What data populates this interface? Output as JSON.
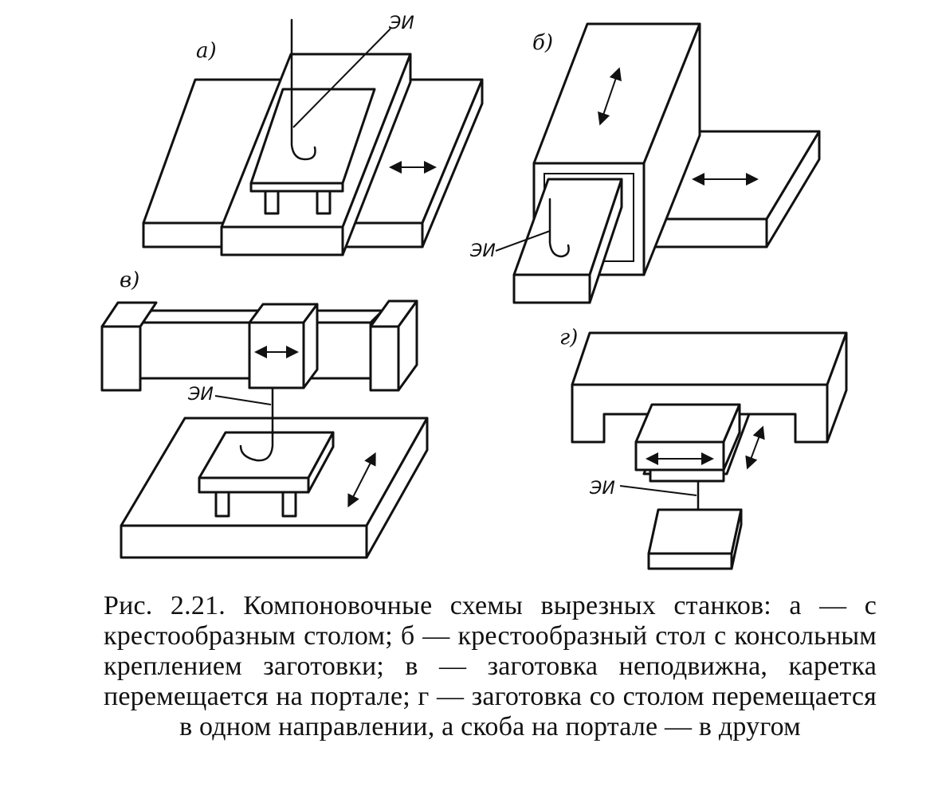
{
  "figure": {
    "panels": [
      {
        "label": "а)",
        "wire_label": "ЭИ"
      },
      {
        "label": "б)",
        "wire_label": "ЭИ"
      },
      {
        "label": "в)",
        "wire_label": "ЭИ"
      },
      {
        "label": "г)",
        "wire_label": "ЭИ"
      }
    ],
    "caption": "Рис. 2.21. Компоновочные схемы вырезных станков: а — с крестообразным столом; б — крестообразный стол с консольным креплением заготовки; в — заготовка неподвижна, каретка перемещается на портале; г — заготовка со столом перемещается в одном направлении, а скоба на портале — в другом"
  }
}
